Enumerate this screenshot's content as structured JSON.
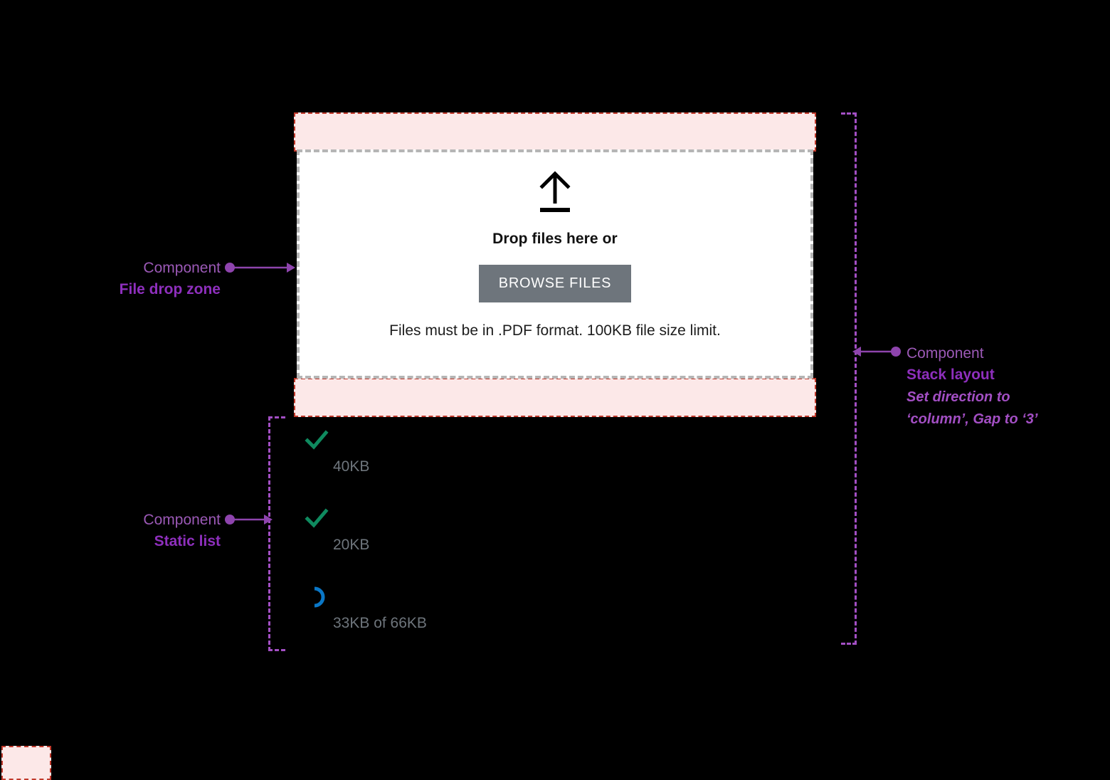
{
  "drop_zone": {
    "upload_icon": "upload-arrow-icon",
    "title": "Drop files here or",
    "browse_label": "BROWSE FILES",
    "help_text": "Files must be in .PDF format. 100KB file size limit."
  },
  "file_list": {
    "items": [
      {
        "status_icon": "check-icon",
        "status": "complete",
        "meta": "40KB"
      },
      {
        "status_icon": "check-icon",
        "status": "complete",
        "meta": "20KB"
      },
      {
        "status_icon": "spinner-icon",
        "status": "in-progress",
        "meta": "33KB of 66KB"
      }
    ]
  },
  "annotations": {
    "drop_zone": {
      "kind": "Component",
      "name": "File drop zone"
    },
    "stack_layout": {
      "kind": "Component",
      "name": "Stack layout",
      "note_line1": "Set direction to",
      "note_line2": "‘column’, Gap to ‘3’"
    },
    "static_list": {
      "kind": "Component",
      "name": "Static list"
    }
  },
  "colors": {
    "annotation_purple": "#8e2fbd",
    "annotation_purple_light": "#a34fc4",
    "padding_pink_fill": "#fce8e8",
    "padding_pink_border": "#c0392b",
    "drop_border_gray": "#b5b5b5",
    "button_gray": "#6e757c",
    "success_green": "#0f8a5f",
    "progress_blue": "#0a77c7",
    "background": "#000000"
  }
}
